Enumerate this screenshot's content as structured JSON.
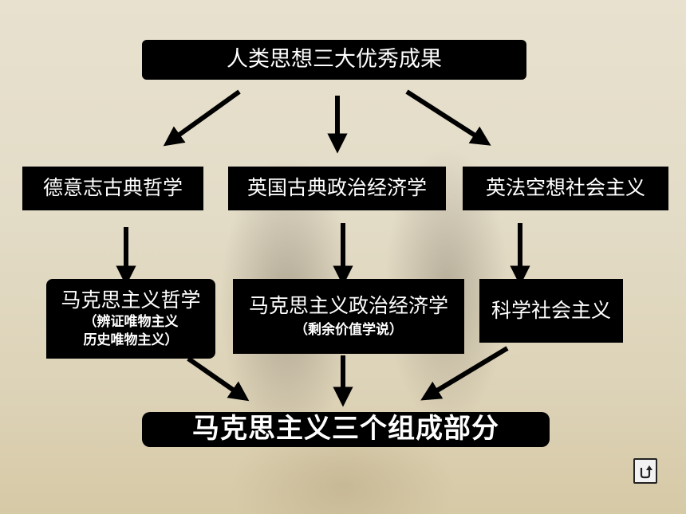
{
  "top": {
    "title": "人类思想三大优秀成果"
  },
  "sources": [
    {
      "label": "德意志古典哲学"
    },
    {
      "label": "英国古典政治经济学"
    },
    {
      "label": "英法空想社会主义"
    }
  ],
  "parts": [
    {
      "label": "马克思主义哲学",
      "sub1": "（辨证唯物主义",
      "sub2": "历史唯物主义）"
    },
    {
      "label": "马克思主义政治经济学",
      "sub1": "（剩余价值学说）"
    },
    {
      "label": "科学社会主义"
    }
  ],
  "bottom": {
    "title": "马克思主义三个组成部分"
  },
  "nav": {
    "back_icon": "return-arrow-icon"
  }
}
